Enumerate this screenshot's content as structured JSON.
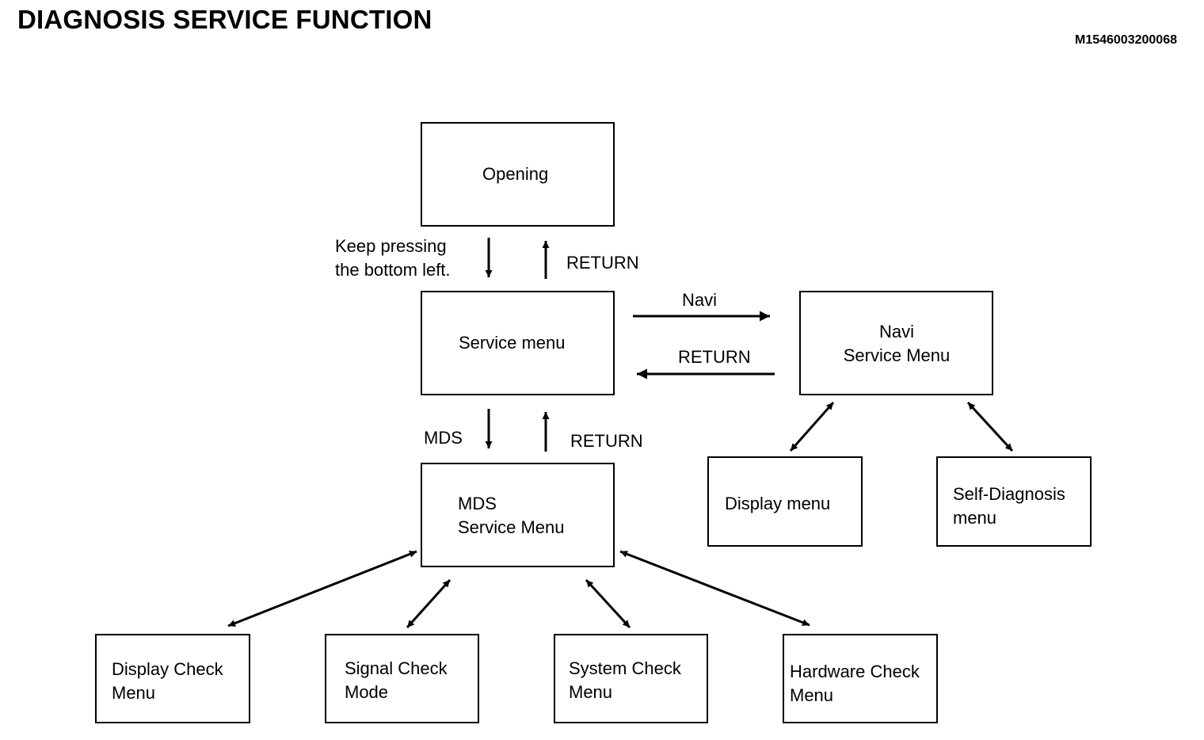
{
  "header": {
    "title": "DIAGNOSIS SERVICE FUNCTION",
    "figure_id": "M1546003200068"
  },
  "nodes": {
    "opening": "Opening",
    "service_menu": "Service menu",
    "navi_service_menu": "Navi\nService Menu",
    "mds_service_menu": "MDS\nService Menu",
    "display_menu": "Display menu",
    "self_diagnosis_menu": "Self-Diagnosis\nmenu",
    "display_check_menu": "Display Check\nMenu",
    "signal_check_mode": "Signal Check\nMode",
    "system_check_menu": "System Check\nMenu",
    "hardware_check_menu": "Hardware Check\nMenu"
  },
  "edge_labels": {
    "keep_pressing": "Keep pressing\nthe bottom left.",
    "return_top": "RETURN",
    "navi": "Navi",
    "return_navi": "RETURN",
    "mds": "MDS",
    "return_mds": "RETURN"
  }
}
